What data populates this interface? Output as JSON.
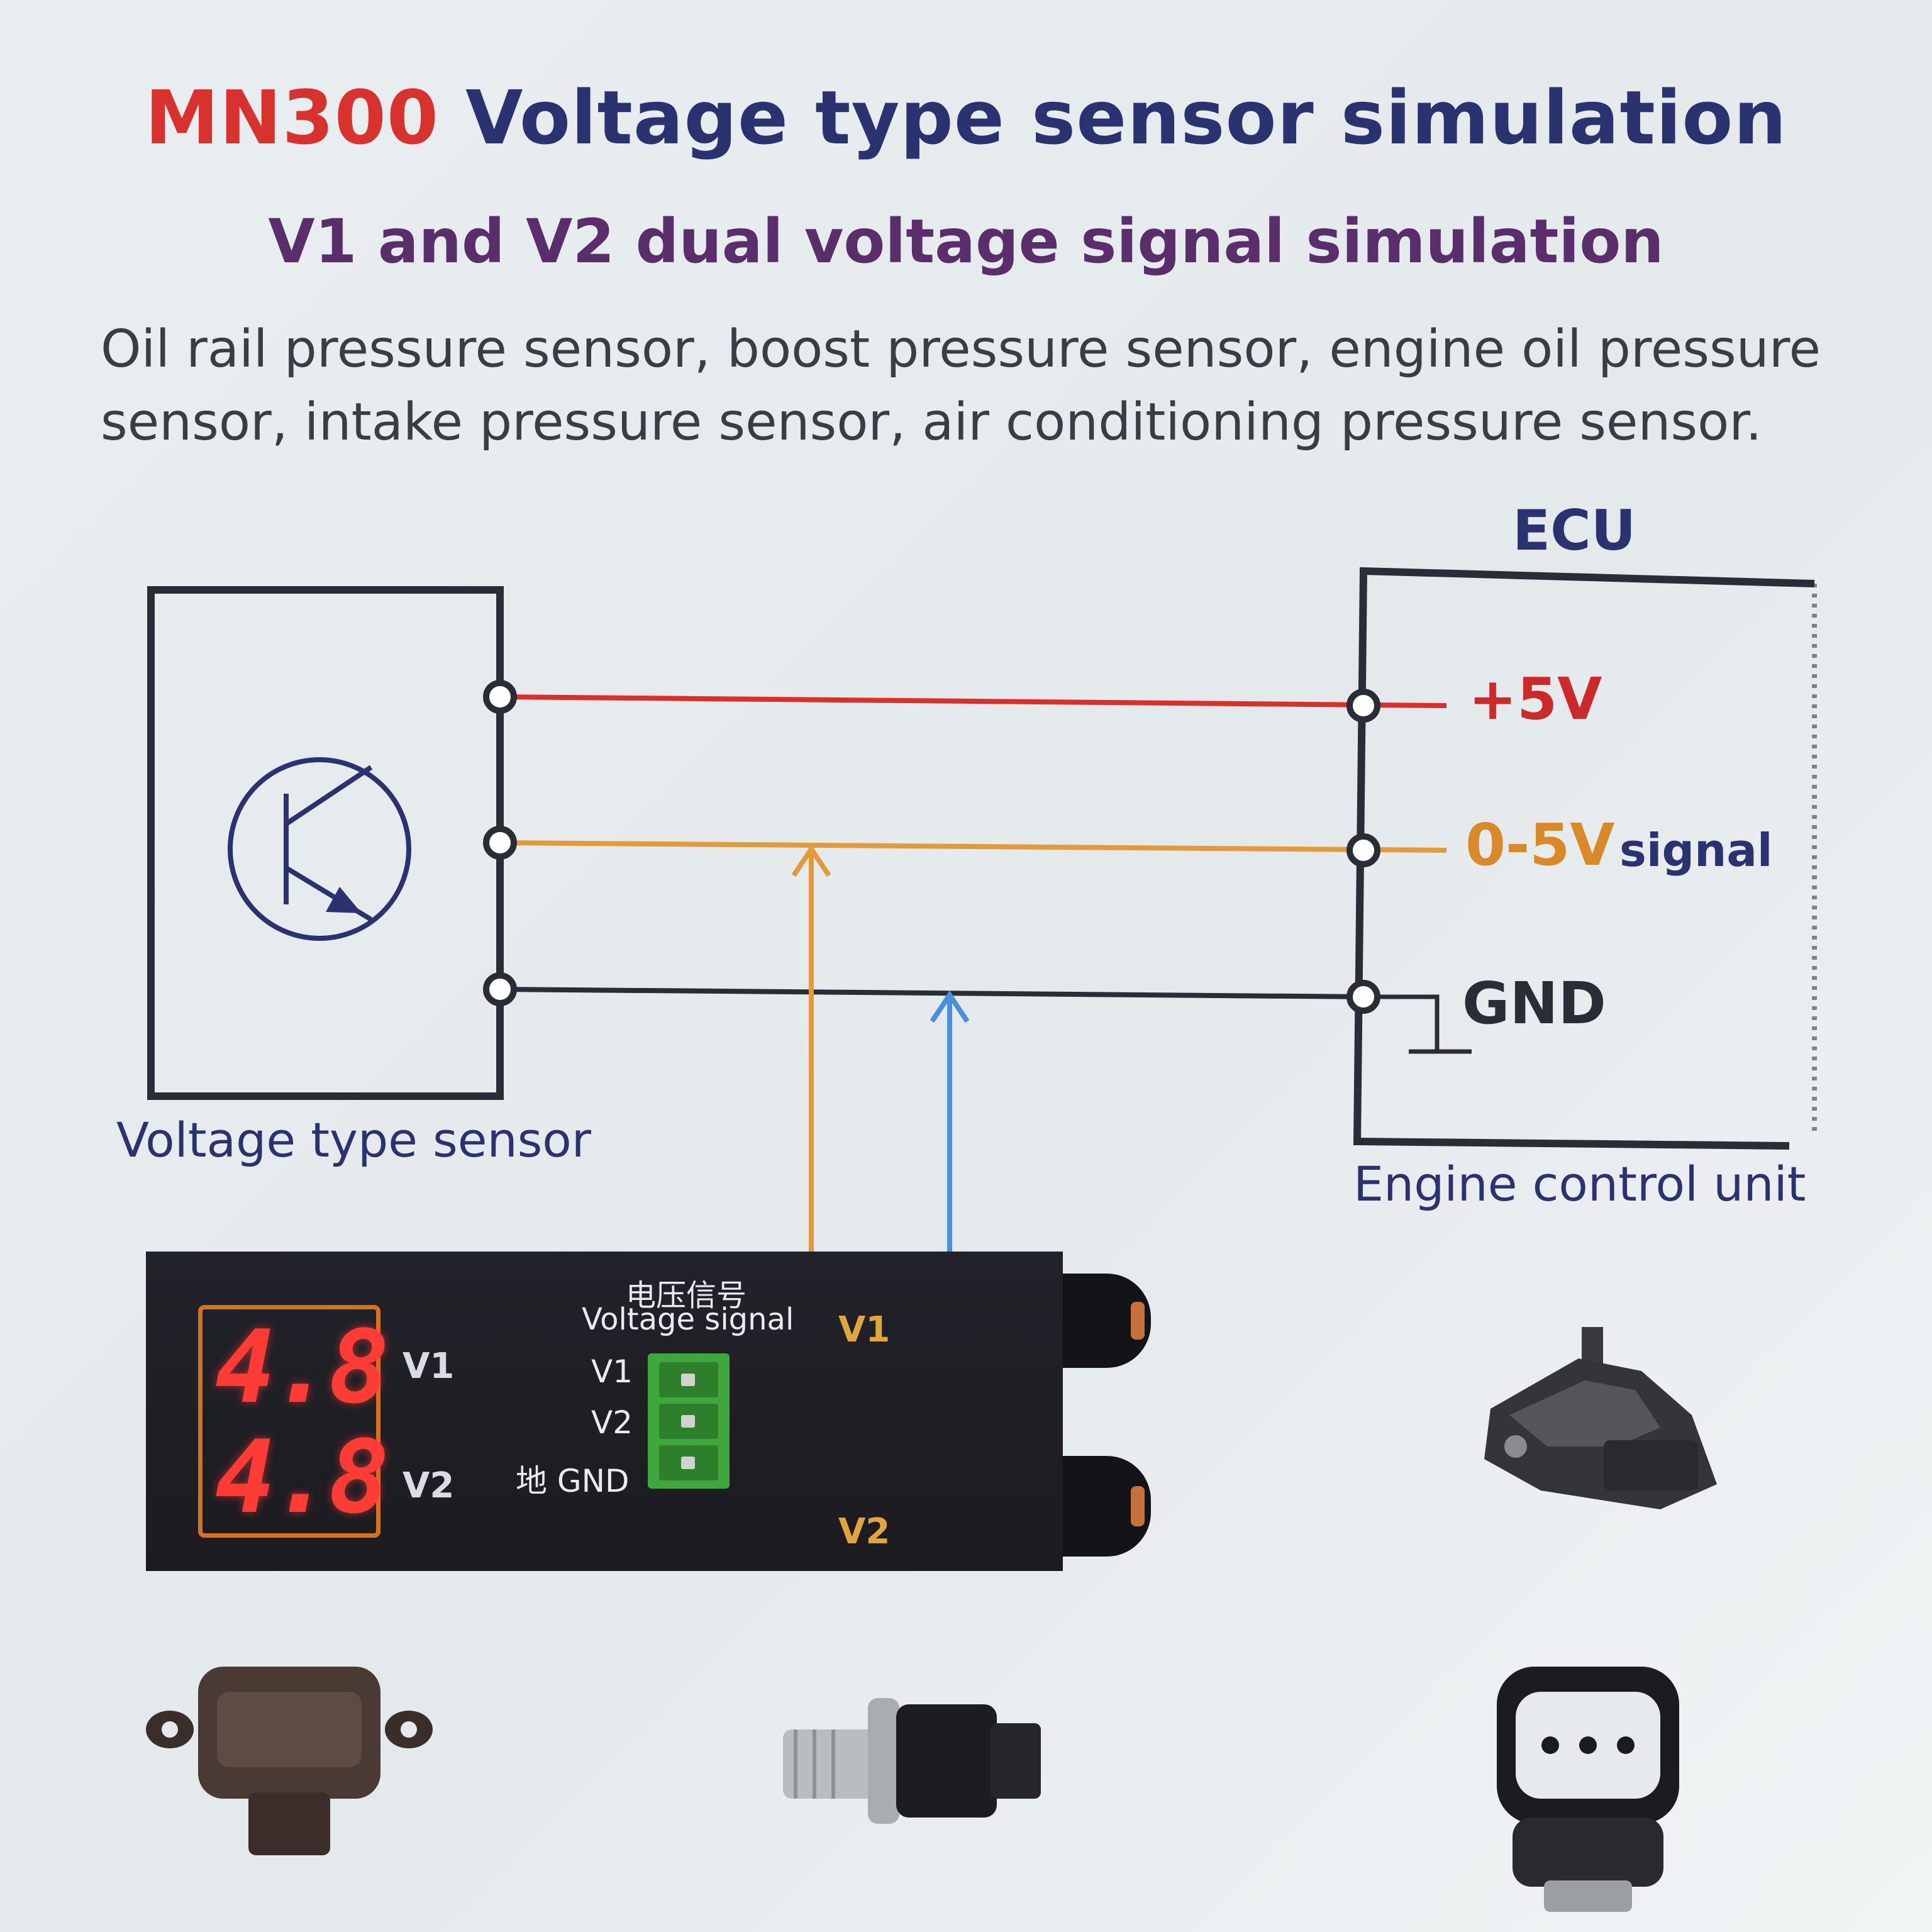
{
  "header": {
    "title_model": "MN300",
    "title_rest": " Voltage type sensor simulation",
    "subtitle": "V1 and V2 dual voltage signal simulation",
    "description": "Oil rail pressure sensor, boost pressure sensor, engine oil pressure sensor, intake pressure sensor, air conditioning pressure sensor."
  },
  "diagram": {
    "ecu_title": "ECU",
    "pins": {
      "plus5v": "+5V",
      "signal_value": "0-5V",
      "signal_word": "signal",
      "gnd": "GND"
    },
    "sensor_caption": "Voltage type sensor",
    "ecu_caption": "Engine control unit",
    "colors": {
      "plus5v_wire": "#d9302b",
      "signal_wire": "#e39a3a",
      "gnd_wire": "#2a2d35",
      "v2_wire": "#4a8fdc",
      "navy": "#2b3270"
    }
  },
  "device": {
    "display_v1": "4.8",
    "display_v2": "4.8",
    "label_v1": "V1",
    "label_v2": "V2",
    "terminal_title_cn": "电压信号",
    "terminal_title_en": "Voltage signal",
    "terminal_v1": "V1",
    "terminal_v2": "V2",
    "terminal_gnd": "地 GND",
    "output_v1": "V1",
    "output_v2": "V2"
  }
}
